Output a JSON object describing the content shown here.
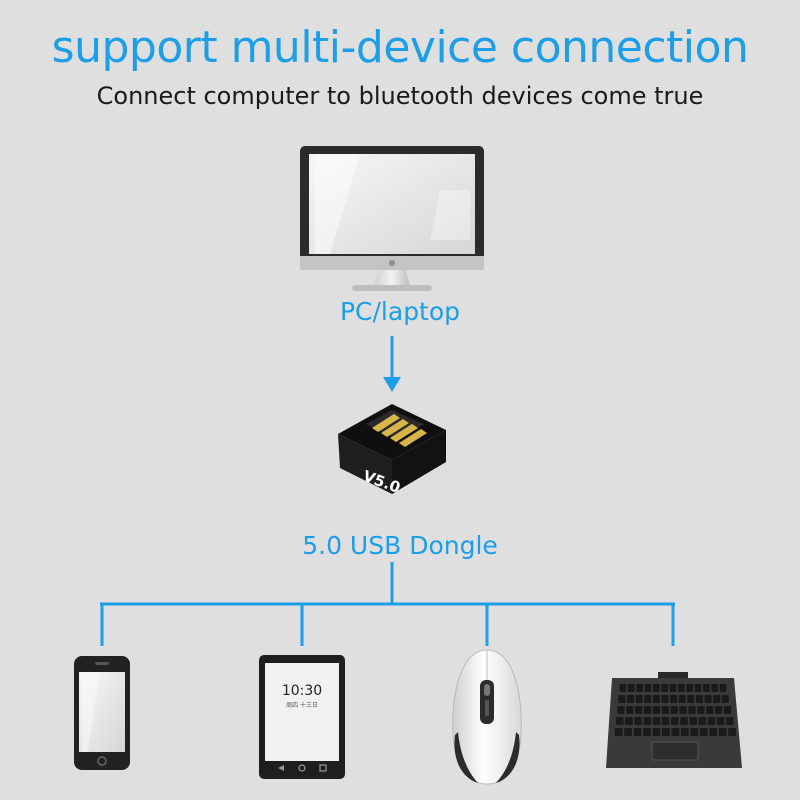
{
  "header": {
    "title": "support multi-device connection",
    "subtitle": "Connect computer to bluetooth devices come true"
  },
  "nodes": {
    "pc_label": "PC/laptop",
    "dongle_label": "5.0 USB Dongle",
    "dongle_text": "V5.0",
    "tablet_clock": "10:30",
    "tablet_date": "周四 十三日"
  },
  "colors": {
    "accent": "#1c9ee8",
    "text": "#1a1a1a",
    "background": "#dfdfdf"
  },
  "icons": [
    "monitor-icon",
    "arrow-down-icon",
    "usb-dongle-icon",
    "smartphone-icon",
    "tablet-icon",
    "mouse-icon",
    "keyboard-icon"
  ]
}
